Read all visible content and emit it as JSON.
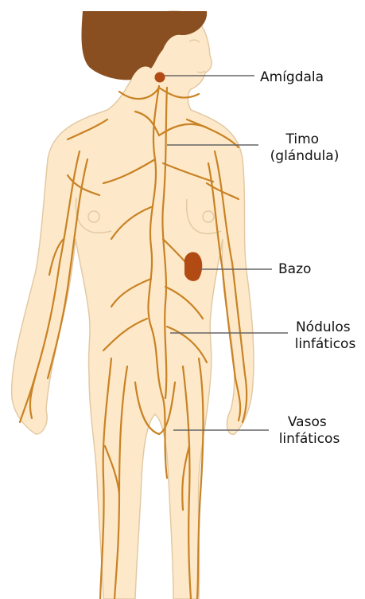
{
  "colors": {
    "skin": "#fde9c9",
    "skin_outline": "#e2c9a4",
    "hair": "#8a4f21",
    "lymph": "#c98224",
    "organ": "#b14a13",
    "leader": "#666666",
    "text": "#111111"
  },
  "labels": {
    "amigdala": [
      "Amígdala"
    ],
    "timo": [
      "Timo",
      "(glándula)"
    ],
    "bazo": [
      "Bazo"
    ],
    "nodulos": [
      "Nódulos",
      "linfáticos"
    ],
    "vasos": [
      "Vasos",
      "linfáticos"
    ]
  }
}
